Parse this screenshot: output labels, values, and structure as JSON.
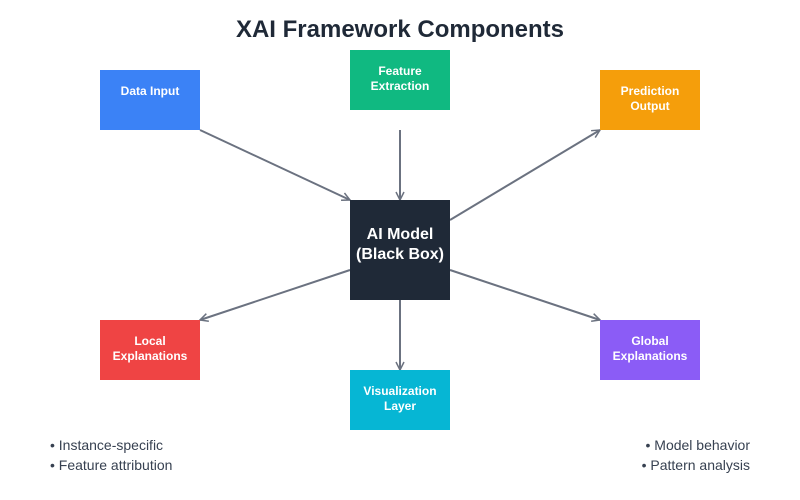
{
  "title": "XAI Framework Components",
  "center": {
    "label": "AI Model\n(Black Box)",
    "color": "#1f2937"
  },
  "nodes": {
    "data_input": {
      "label": "Data Input",
      "color": "#3b82f6"
    },
    "feature_extraction": {
      "label": "Feature\nExtraction",
      "color": "#10b981"
    },
    "prediction_output": {
      "label": "Prediction\nOutput",
      "color": "#f59e0b"
    },
    "local_explanations": {
      "label": "Local\nExplanations",
      "color": "#ef4444"
    },
    "visualization_layer": {
      "label": "Visualization\nLayer",
      "color": "#06b6d4"
    },
    "global_explanations": {
      "label": "Global\nExplanations",
      "color": "#8b5cf6"
    }
  },
  "notes": {
    "local": [
      "• Instance-specific",
      "• Feature attribution"
    ],
    "global": [
      "• Model behavior",
      "• Pattern analysis"
    ]
  },
  "arrow_color": "#6b7280"
}
